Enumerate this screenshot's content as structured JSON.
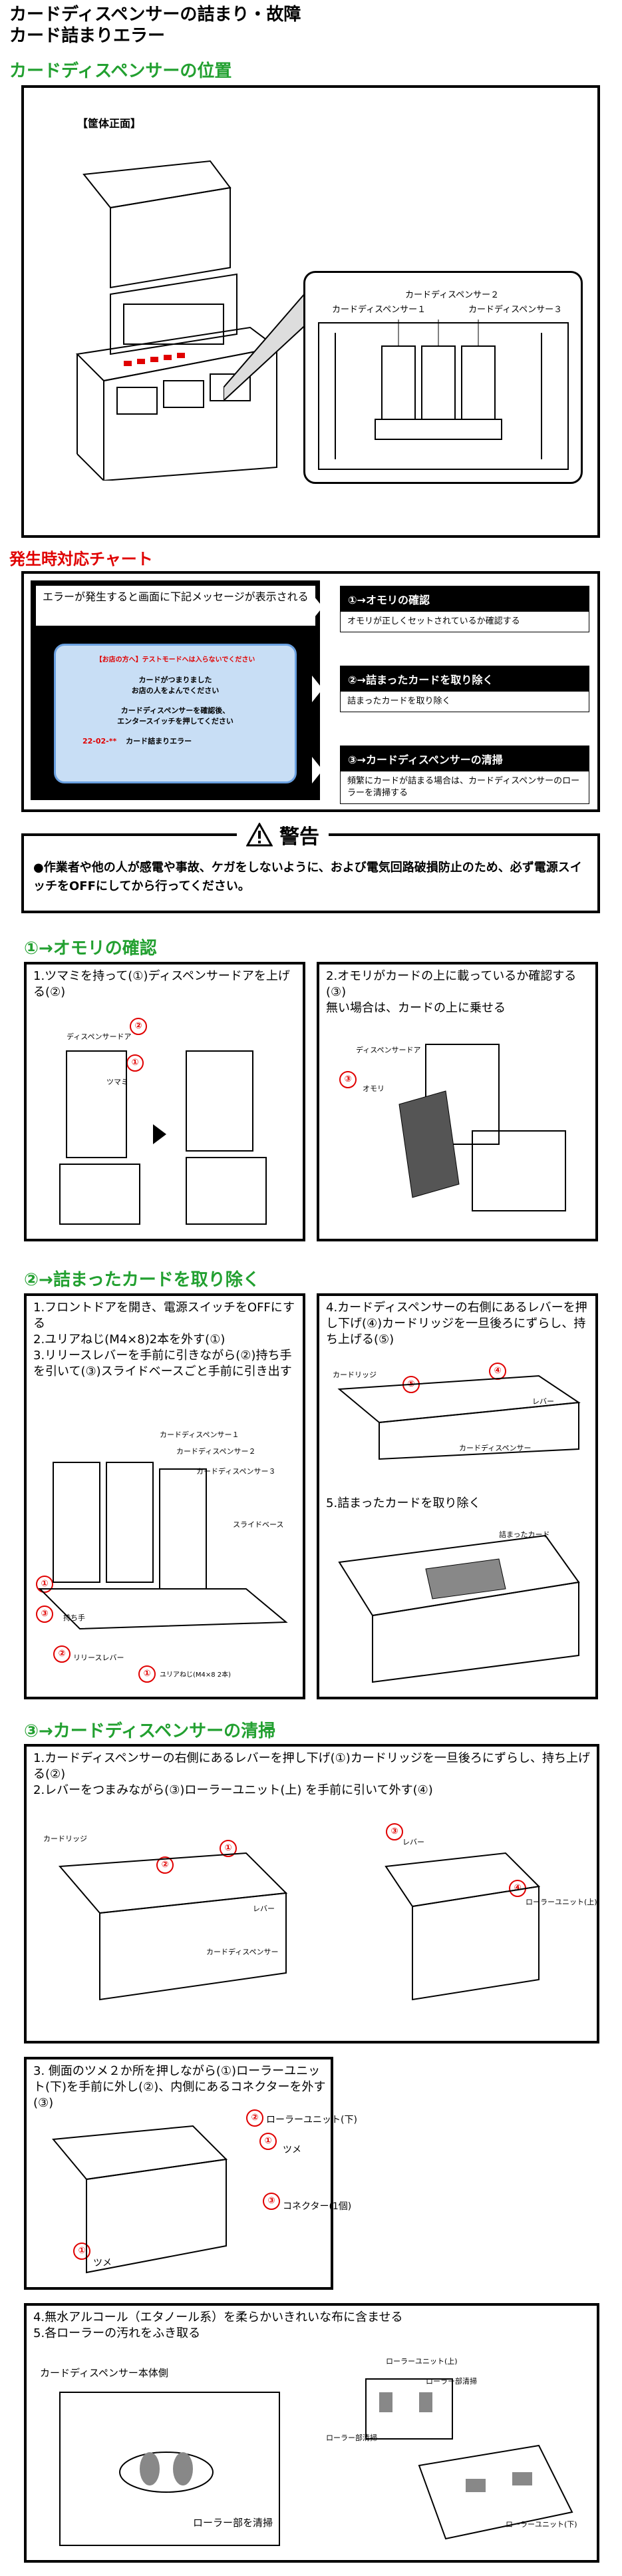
{
  "header": {
    "title_line1": "カードディスペンサーの詰まり・故障",
    "title_line2": "カード詰まりエラー"
  },
  "position_section": {
    "heading": "カードディスペンサーの位置",
    "cabinet_label": "【筐体正面】",
    "dispenser1": "カードディスペンサー１",
    "dispenser2": "カードディスペンサー２",
    "dispenser3": "カードディスペンサー３"
  },
  "chart_section": {
    "heading": "発生時対応チャート",
    "error_intro": "エラーが発生すると画面に下記メッセージが表示される",
    "screen_line1": "【お店の方へ】テストモードへは入らないでください",
    "screen_line2": "カードがつまりました",
    "screen_line3": "お店の人をよんでください",
    "screen_line4": "カードディスペンサーを確認後、",
    "screen_line5": "エンタースイッチを押してください",
    "screen_code": "22-02-**",
    "screen_code_label": "カード詰まりエラー",
    "steps": [
      {
        "title": "①→オモリの確認",
        "desc": "オモリが正しくセットされているか確認する"
      },
      {
        "title": "②→詰まったカードを取り除く",
        "desc": "詰まったカードを取り除く"
      },
      {
        "title": "③→カードディスペンサーの清掃",
        "desc": "頻繁にカードが詰まる場合は、カードディスペンサーのローラーを清掃する"
      }
    ]
  },
  "warning": {
    "title": "警告",
    "text": "●作業者や他の人が感電や事故、ケガをしないように、および電気回路破損防止のため、必ず電源スイッチをOFFにしてから行ってください。"
  },
  "step1": {
    "heading": "①→オモリの確認",
    "panel1_text": "1.ツマミを持って(①)ディスペンサードアを上げる(②)",
    "panel1_label_door": "ディスペンサードア",
    "panel1_label_knob": "ツマミ",
    "panel2_text": "2.オモリがカードの上に載っているか確認する(③)\n無い場合は、カードの上に乗せる",
    "panel2_label_door": "ディスペンサードア",
    "panel2_label_weight": "オモリ"
  },
  "step2": {
    "heading": "②→詰まったカードを取り除く",
    "panel1_text": "1.フロントドアを開き、電源スイッチをOFFにする\n2.ユリアねじ(M4×8)2本を外す(①)\n3.リリースレバーを手前に引きながら(②)持ち手を引いて(③)スライドベースごと手前に引き出す",
    "label_d1": "カードディスペンサー１",
    "label_d2": "カードディスペンサー２",
    "label_d3": "カードディスペンサー３",
    "label_slide": "スライドベース",
    "label_handle": "持ち手",
    "label_release": "リリースレバー",
    "label_screw": "ユリアねじ(M4×8 2本)",
    "panel2_text": "4.カードディスペンサーの右側にあるレバーを押し下げ(④)カードリッジを一旦後ろにずらし、持ち上げる(⑤)",
    "label_cartridge": "カードリッジ",
    "label_lever": "レバー",
    "label_dispenser": "カードディスペンサー",
    "panel3_text": "5.詰まったカードを取り除く",
    "label_jammed": "詰まったカード"
  },
  "step3": {
    "heading": "③→カードディスペンサーの清掃",
    "panel1_text": "1.カードディスペンサーの右側にあるレバーを押し下げ(①)カードリッジを一旦後ろにずらし、持ち上げる(②)\n2.レバーをつまみながら(③)ローラーユニット(上) を手前に引いて外す(④)",
    "label_cartridge": "カードリッジ",
    "label_lever": "レバー",
    "label_dispenser": "カードディスペンサー",
    "label_roller_up": "ローラーユニット(上)",
    "panel2_text": "3. 側面のツメ２か所を押しながら(①)ローラーユニット(下)を手前に外し(②)、内側にあるコネクターを外す(③)",
    "label_roller_down": "ローラーユニット(下)",
    "label_claw": "ツメ",
    "label_connector": "コネクター(1個)",
    "panel3_text": "4.無水アルコール（エタノール系）を柔らかいきれいな布に含ませる\n5.各ローラーの汚れをふき取る",
    "label_body_side": "カードディスペンサー本体側",
    "label_roller_clean": "ローラー部を清掃",
    "label_roller_up_small": "ローラーユニット(上)",
    "label_roller_down_small": "ローラーユニット(下)",
    "label_clean_part": "ローラー部清掃"
  },
  "markers": {
    "n1": "①",
    "n2": "②",
    "n3": "③",
    "n4": "④",
    "n5": "⑤"
  },
  "icons": {
    "warning": "warning-triangle-icon",
    "arrow": "right-arrow-icon"
  },
  "colors": {
    "accent_green": "#22a030",
    "accent_red": "#e00000",
    "screen_bg": "#c8def5"
  }
}
